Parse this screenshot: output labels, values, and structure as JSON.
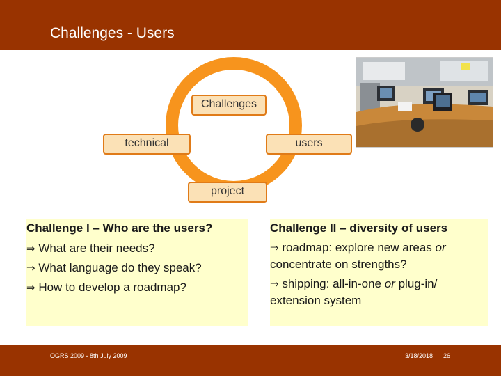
{
  "header": {
    "title": "Challenges - Users"
  },
  "diagram": {
    "center_top": "Challenges",
    "left": "technical",
    "right": "users",
    "bottom": "project"
  },
  "left_box": {
    "heading": "Challenge I – Who are the users?",
    "arrow": "⇒",
    "items": [
      "What are their needs?",
      "What language do they speak?",
      "How to develop a roadmap?"
    ]
  },
  "right_box": {
    "heading": "Challenge II – diversity of users",
    "arrow": "⇒",
    "item1_a": "roadmap: explore new areas ",
    "item1_b": "or",
    "item1_c": " concentrate on strengths?",
    "item2_a": "shipping: all-in-one ",
    "item2_b": "or",
    "item2_c": " plug-in/ extension system"
  },
  "footer": {
    "left": "OGRS 2009 - 8th July 2009",
    "date": "3/18/2018",
    "page": "26"
  },
  "colors": {
    "brand": "#993300",
    "ring": "#f7941d",
    "node_fill": "#fbe1b6",
    "box_fill": "#ffffcc"
  },
  "photo": {
    "subject": "office workspace photo"
  }
}
